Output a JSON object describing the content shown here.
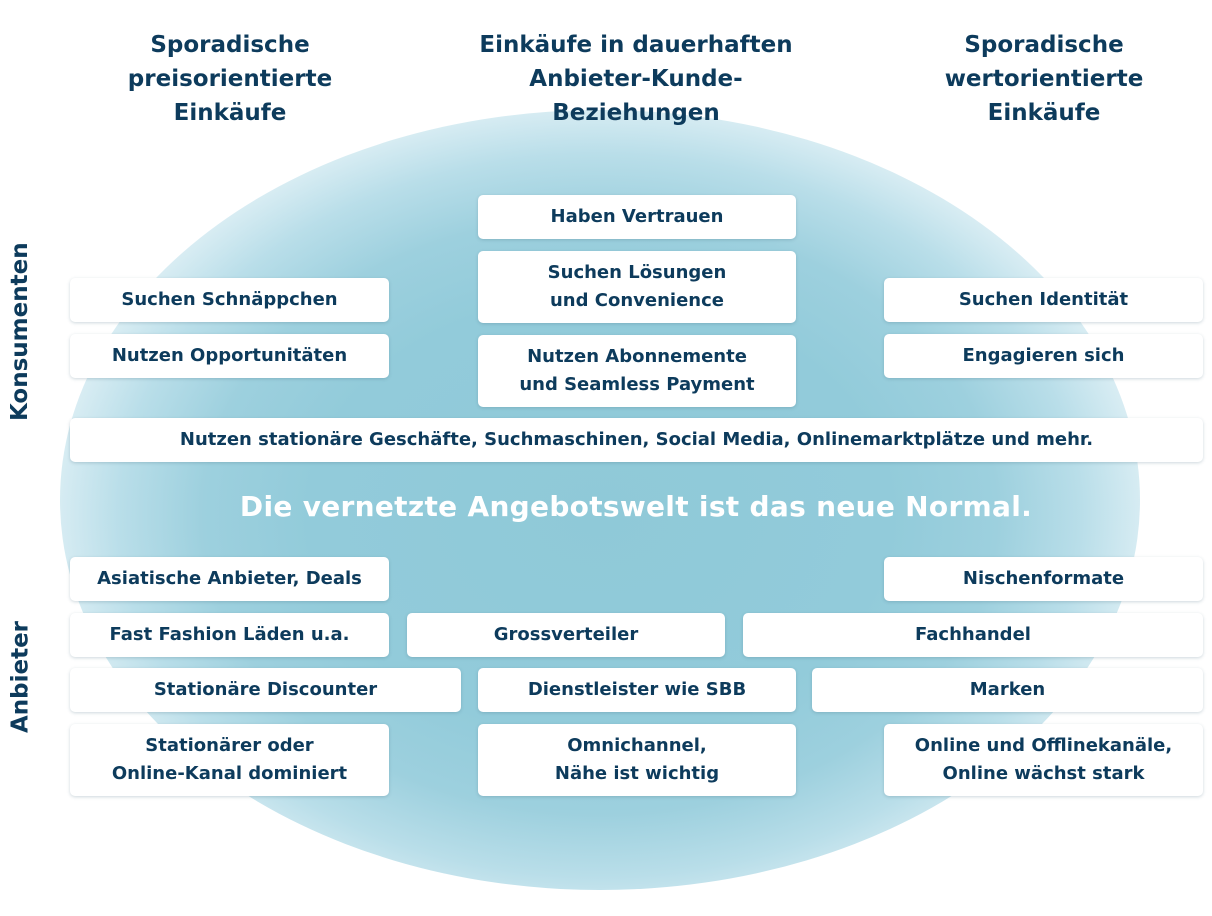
{
  "columns": {
    "left": "Sporadische\npreisorientierte\nEinkäufe",
    "center": "Einkäufe in dauerhaften\nAnbieter-Kunde-\nBeziehungen",
    "right": "Sporadische\nwertorientierte\nEinkäufe"
  },
  "rows": {
    "consumers": "Konsumenten",
    "providers": "Anbieter"
  },
  "consumers": {
    "left": [
      "Suchen Schnäppchen",
      "Nutzen Opportunitäten"
    ],
    "center": [
      "Haben Vertrauen",
      "Suchen Lösungen\nund Convenience",
      "Nutzen Abonnemente\nund Seamless Payment"
    ],
    "right": [
      "Suchen Identität",
      "Engagieren sich"
    ],
    "all": "Nutzen stationäre Geschäfte, Suchmaschinen, Social Media, Onlinemarktplätze und mehr."
  },
  "banner": "Die vernetzte Angebotswelt ist das neue Normal.",
  "providers": {
    "asian": "Asiatische Anbieter, Deals",
    "niche": "Nischenformate",
    "fast_fashion": "Fast Fashion Läden u.a.",
    "wholesale": "Grossverteiler",
    "specialist": "Fachhandel",
    "discounter": "Stationäre Discounter",
    "services": "Dienstleister wie SBB",
    "brands": "Marken",
    "channel_left": "Stationärer oder\nOnline-Kanal dominiert",
    "channel_center": "Omnichannel,\nNähe ist wichtig",
    "channel_right": "Online und Offlinekanäle,\nOnline wächst stark"
  }
}
